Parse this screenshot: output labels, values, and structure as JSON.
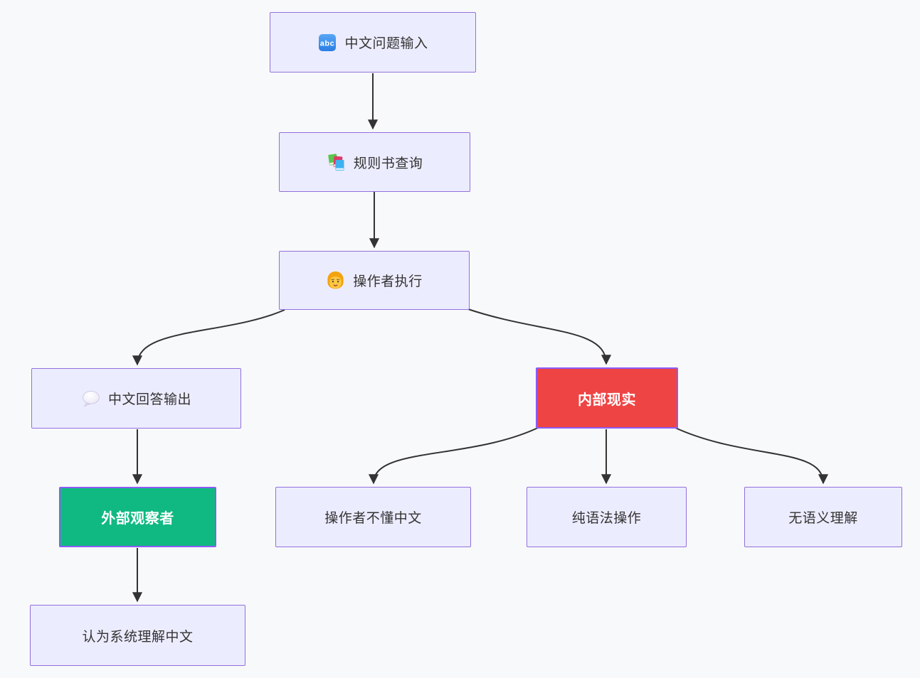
{
  "page": {
    "background_color": "#f8f9fb"
  },
  "diagram": {
    "type": "flowchart",
    "direction": "top-down",
    "colors": {
      "node_fill": "#ececff",
      "node_border": "#9370db",
      "node_text": "#333333",
      "edge_color": "#333333",
      "internal_reality_fill": "#ef4444",
      "external_observer_fill": "#10b981",
      "highlight_node_border": "#8b5cf6",
      "highlight_text": "#ffffff"
    },
    "nodes": [
      {
        "id": "chinese-input",
        "label": "中文问题输入",
        "icon": "abc-input-icon",
        "variant": "default"
      },
      {
        "id": "rulebook-lookup",
        "label": "规则书查询",
        "icon": "books-icon",
        "variant": "default"
      },
      {
        "id": "operator-execute",
        "label": "操作者执行",
        "icon": "person-icon",
        "variant": "default"
      },
      {
        "id": "chinese-output",
        "label": "中文回答输出",
        "icon": "speech-balloon-icon",
        "variant": "default"
      },
      {
        "id": "internal-reality",
        "label": "内部现实",
        "variant": "red"
      },
      {
        "id": "external-observer",
        "label": "外部观察者",
        "variant": "green"
      },
      {
        "id": "operator-no-chinese",
        "label": "操作者不懂中文",
        "variant": "default"
      },
      {
        "id": "pure-syntax",
        "label": "纯语法操作",
        "variant": "default"
      },
      {
        "id": "no-semantics",
        "label": "无语义理解",
        "variant": "default"
      },
      {
        "id": "believes",
        "label": "认为系统理解中文",
        "variant": "default"
      }
    ],
    "edges": [
      {
        "from": "chinese-input",
        "to": "rulebook-lookup"
      },
      {
        "from": "rulebook-lookup",
        "to": "operator-execute"
      },
      {
        "from": "operator-execute",
        "to": "chinese-output"
      },
      {
        "from": "operator-execute",
        "to": "internal-reality"
      },
      {
        "from": "chinese-output",
        "to": "external-observer"
      },
      {
        "from": "internal-reality",
        "to": "operator-no-chinese"
      },
      {
        "from": "internal-reality",
        "to": "pure-syntax"
      },
      {
        "from": "internal-reality",
        "to": "no-semantics"
      },
      {
        "from": "external-observer",
        "to": "believes"
      }
    ]
  }
}
